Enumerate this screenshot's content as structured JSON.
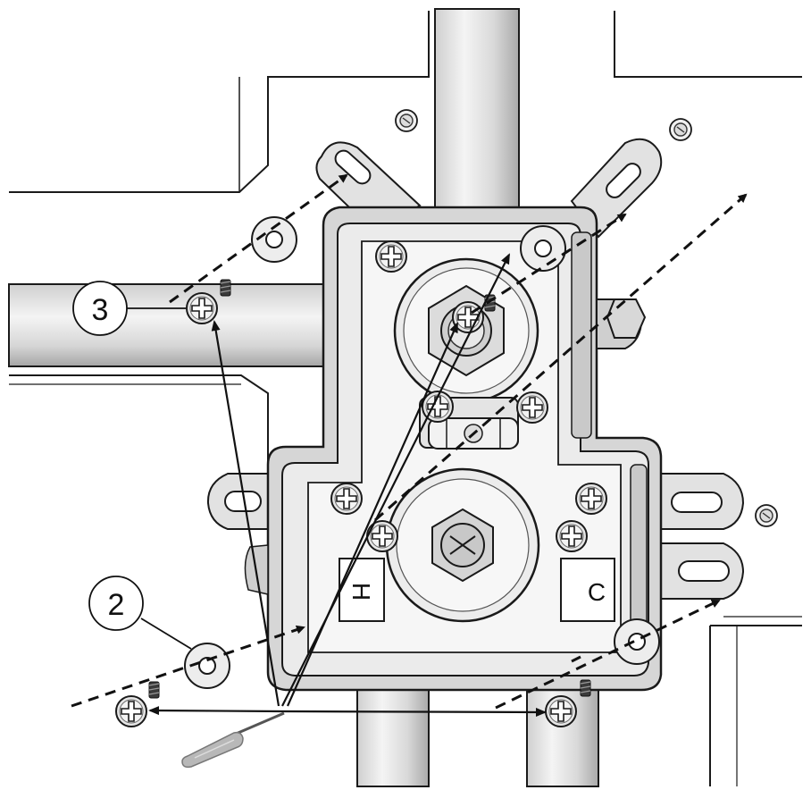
{
  "callouts": [
    {
      "id": "callout-3",
      "label": "3"
    },
    {
      "id": "callout-2",
      "label": "2"
    }
  ],
  "valve_markings": {
    "hot_label": "H",
    "cold_label": "C"
  },
  "colors": {
    "line": "#1a1a1a",
    "part_light": "#ededed",
    "part_mid": "#d2d2d2",
    "part_dark": "#9a9a9a",
    "wall": "#ffffff"
  },
  "icons": [
    "phillips-screw-icon",
    "washer-icon",
    "screwdriver-icon",
    "dashed-arrow-icon"
  ]
}
